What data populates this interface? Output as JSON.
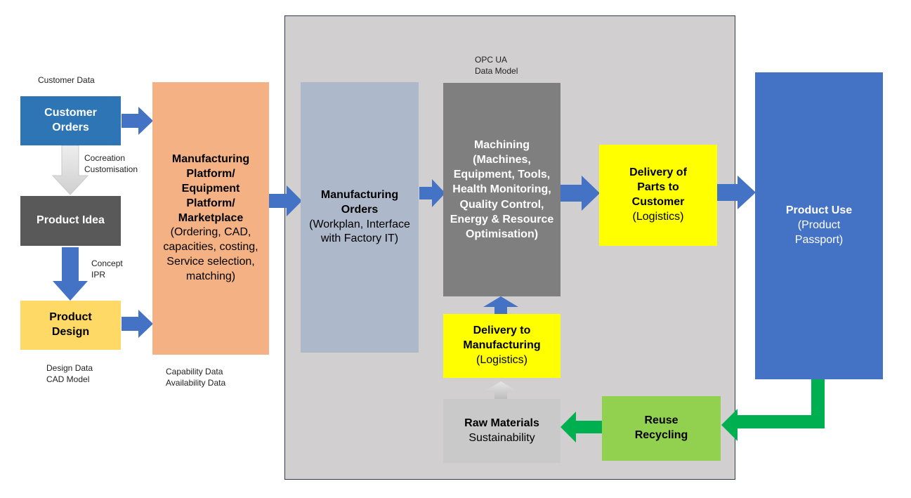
{
  "boxes": {
    "customer_orders": {
      "title": "Customer Orders",
      "color": "#2e75b6"
    },
    "product_idea": {
      "title": "Product Idea",
      "color": "#595959"
    },
    "product_design": {
      "title": "Product Design",
      "color": "#ffd966"
    },
    "manufacturing_platform": {
      "title": "Manufacturing Platform/ Equipment Platform/ Marketplace",
      "subtitle": "(Ordering, CAD, capacities, costing, Service selection, matching)",
      "color": "#f4b183"
    },
    "manufacturing_orders": {
      "title": "Manufacturing Orders",
      "subtitle": "(Workplan, Interface with Factory IT)",
      "color": "#adb9ca"
    },
    "machining": {
      "title": "Machining",
      "subtitle": "(Machines, Equipment, Tools, Health Monitoring, Quality Control, Energy & Resource Optimisation)",
      "color": "#7f7f7f"
    },
    "delivery_parts": {
      "title": "Delivery of Parts to Customer",
      "subtitle": "(Logistics)",
      "color": "#ffff00"
    },
    "delivery_manufacturing": {
      "title": "Delivery to Manufacturing",
      "subtitle": "(Logistics)",
      "color": "#ffff00"
    },
    "raw_materials": {
      "title": "Raw Materials",
      "subtitle": "Sustainability",
      "color": "#c9c9c9"
    },
    "reuse_recycling": {
      "title": "Reuse Recycling",
      "color": "#92d050"
    },
    "product_use": {
      "title": "Product Use",
      "subtitle": "(Product Passport)",
      "color": "#4472c4"
    }
  },
  "notes": {
    "customer_data": "Customer Data",
    "cocreation": "Cocreation\nCustomisation",
    "concept": "Concept\nIPR",
    "design_data": "Design Data\nCAD Model",
    "capability_data": "Capability Data\nAvailability Data",
    "opc_ua": "OPC UA\nData Model"
  },
  "colors": {
    "blue_arrow": "#4472c4",
    "grey_arrow": "#d9d9d9",
    "green_arrow": "#00b050",
    "frame_fill": "#d2cfd0"
  }
}
